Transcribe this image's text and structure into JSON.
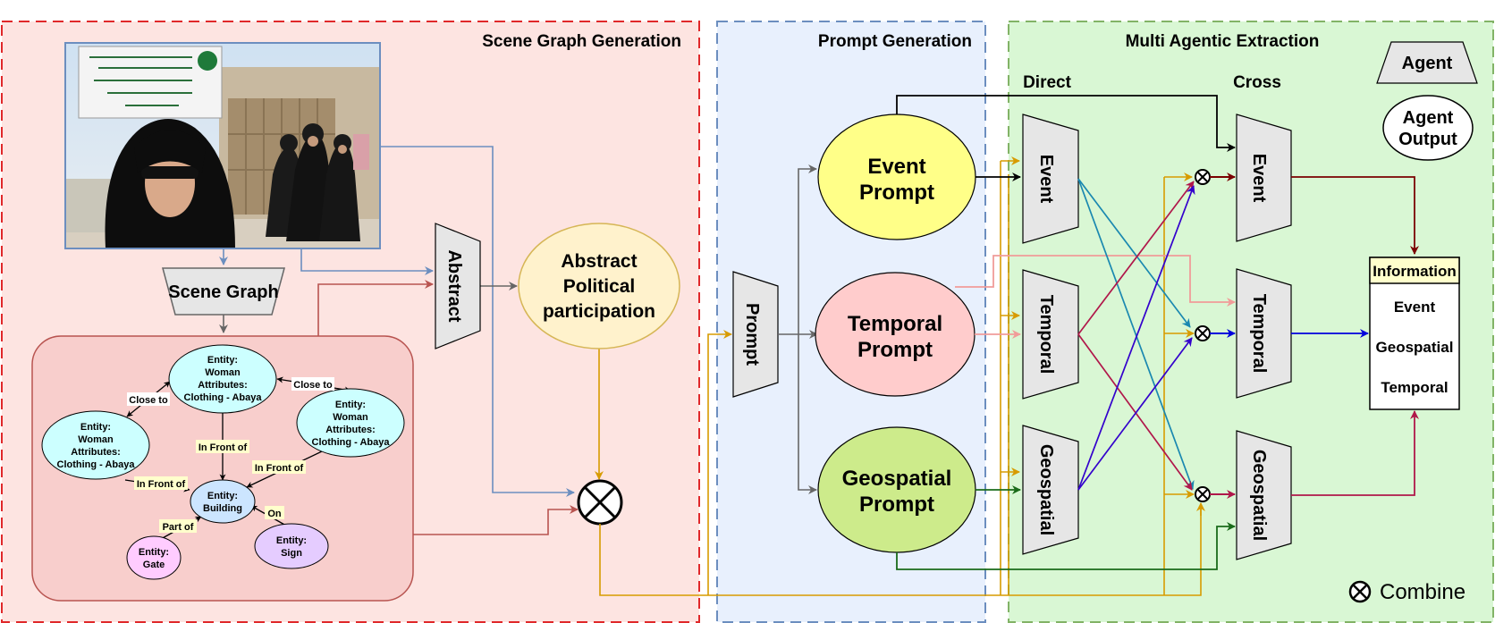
{
  "panels": {
    "scene_graph_generation": "Scene Graph Generation",
    "prompt_generation": "Prompt Generation",
    "multi_agentic_extraction": "Multi Agentic Extraction"
  },
  "scene_graph_label": "Scene Graph",
  "abstract_agent": "Abstract",
  "abstract_output": [
    "Abstract",
    "Political",
    "participation"
  ],
  "prompt_agent": "Prompt",
  "prompts": {
    "event": [
      "Event",
      "Prompt"
    ],
    "temporal": [
      "Temporal",
      "Prompt"
    ],
    "geospatial": [
      "Geospatial",
      "Prompt"
    ]
  },
  "columns": {
    "direct": "Direct",
    "cross": "Cross"
  },
  "direct_agents": [
    "Event",
    "Temporal",
    "Geospatial"
  ],
  "cross_agents": [
    "Event",
    "Temporal",
    "Geospatial"
  ],
  "legend": {
    "agent": "Agent",
    "agent_output": [
      "Agent",
      "Output"
    ],
    "combine": "Combine"
  },
  "information_box": {
    "title": "Information",
    "items": [
      "Event",
      "Geospatial",
      "Temporal"
    ]
  },
  "scene_nodes": {
    "woman_top": [
      "Entity:",
      "Woman",
      "Attributes:",
      "Clothing - Abaya"
    ],
    "woman_left": [
      "Entity:",
      "Woman",
      "Attributes:",
      "Clothing - Abaya"
    ],
    "woman_right": [
      "Entity:",
      "Woman",
      "Attributes:",
      "Clothing - Abaya"
    ],
    "building": [
      "Entity:",
      "Building"
    ],
    "gate": [
      "Entity:",
      "Gate"
    ],
    "sign": [
      "Entity:",
      "Sign"
    ]
  },
  "scene_edges": {
    "close_to_left": "Close to",
    "close_to_right": "Close to",
    "in_front_of_top": "In Front of",
    "in_front_of_right": "In Front of",
    "in_front_of_left": "In Front of",
    "part_of": "Part of",
    "on": "On"
  },
  "colors": {
    "red_dash": "#e0282a",
    "blue_dash": "#6c8ebf",
    "green_dash": "#82b366",
    "red_panel_bg": "#fde4e1",
    "blue_panel_bg": "#e8f0fd",
    "green_panel_bg": "#d9f7d4",
    "event_fill": "#ffff88",
    "temporal_fill": "#ffcccc",
    "geospatial_fill": "#cdeb8b",
    "abstract_fill": "#fff2cc",
    "agent_fill": "#e6e6e6",
    "node_cyan": "#ccffff",
    "node_blue": "#cce5ff",
    "node_purple": "#ffccff",
    "node_lavender": "#e5ccff",
    "arrow_gold": "#d79b00",
    "arrow_blue": "#6c8ebf",
    "arrow_red": "#b85450",
    "arrow_gray": "#666666",
    "arrow_dark_red": "#7a0000",
    "arrow_green": "#1a6b1a",
    "arrow_pink": "#f19c99",
    "arrow_teal": "#1a88b0",
    "arrow_violet": "#3300cc",
    "arrow_crimson": "#b0174a",
    "arrow_bright_blue": "#0000dd"
  },
  "photo_icon": "photo-of-women-in-abayas"
}
